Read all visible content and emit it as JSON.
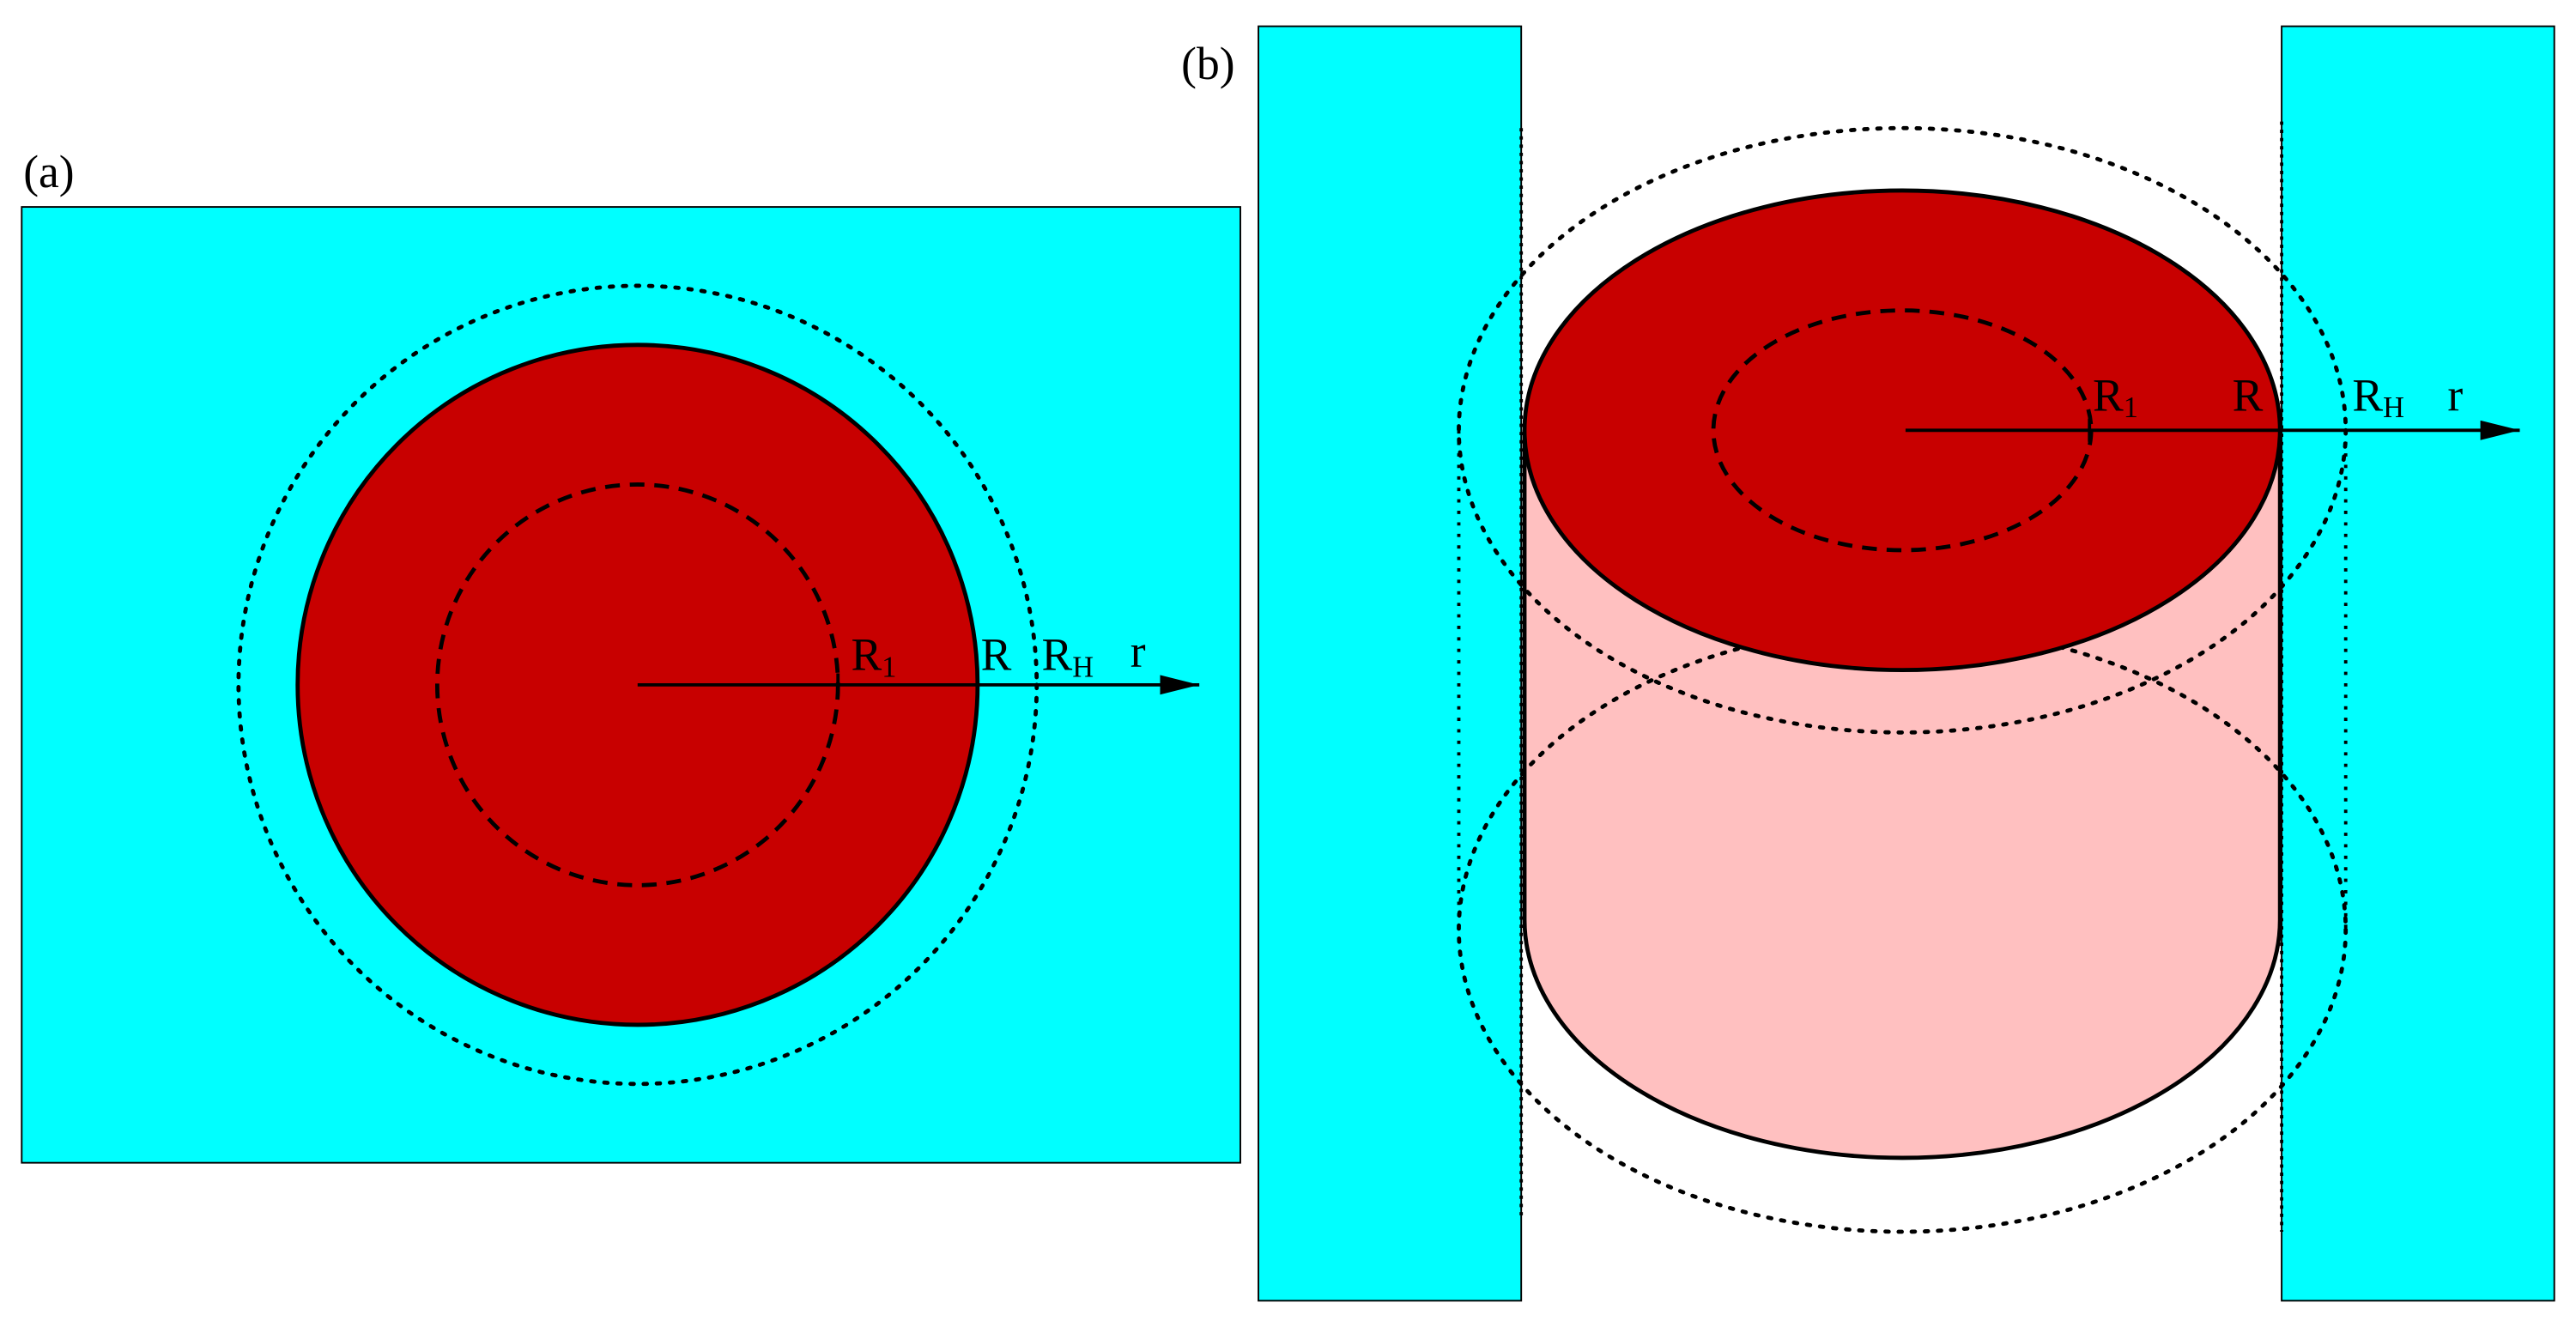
{
  "colors": {
    "background": "#00ffff",
    "disk": "#c80000",
    "cylinder_side": "#ffc0c0",
    "stroke": "#000000"
  },
  "panel_a": {
    "tag": "(a)",
    "label_r1_main": "R",
    "label_r1_sub": "1",
    "label_r": "R",
    "label_rh_main": "R",
    "label_rh_sub": "H",
    "label_axis": "r"
  },
  "panel_b": {
    "tag": "(b)",
    "label_r1_main": "R",
    "label_r1_sub": "1",
    "label_r": "R",
    "label_rh_main": "R",
    "label_rh_sub": "H",
    "label_axis": "r"
  }
}
